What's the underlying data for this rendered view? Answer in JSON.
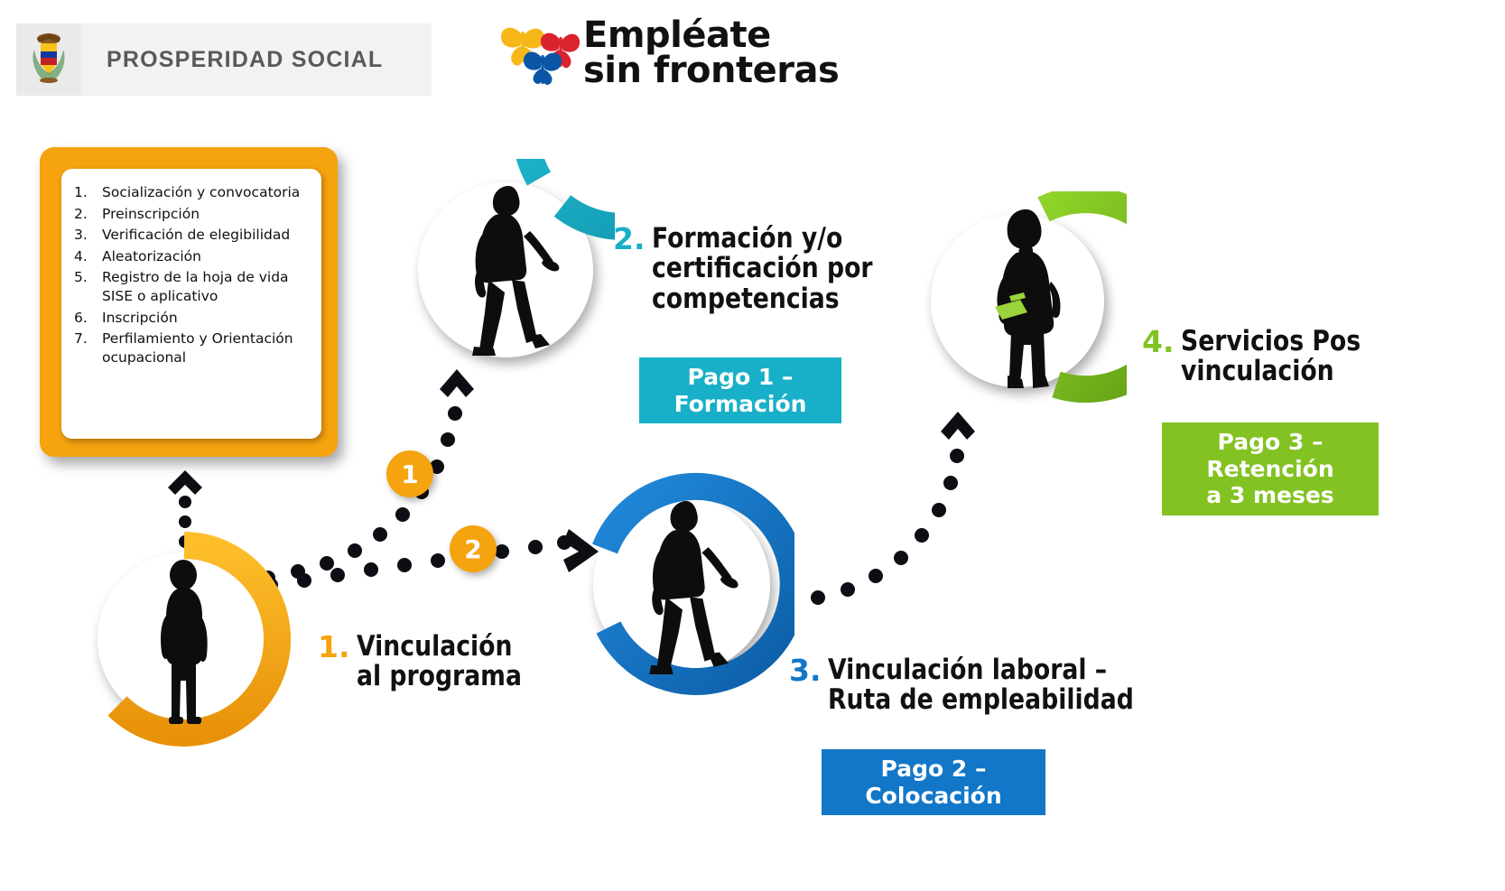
{
  "header": {
    "agency_label": "PROSPERIDAD SOCIAL",
    "crest_icon": "colombia-coat-of-arms-icon",
    "brand_line1": "Empléate",
    "brand_line2": "sin fronteras",
    "brand_icon": "three-butterflies-icon",
    "butterfly_colors": [
      "#f7b718",
      "#0b55a6",
      "#d9232e"
    ]
  },
  "process_list": {
    "items": [
      {
        "num": "1.",
        "text": "Socialización y convocatoria"
      },
      {
        "num": "2.",
        "text": "Preinscripción"
      },
      {
        "num": "3.",
        "text": "Verificación de elegibilidad"
      },
      {
        "num": "4.",
        "text": "Aleatorización"
      },
      {
        "num": "5.",
        "text": "Registro de la hoja de vida SISE o aplicativo"
      },
      {
        "num": "6.",
        "text": "Inscripción"
      },
      {
        "num": "7.",
        "text": "Perfilamiento y Orientación ocupacional"
      }
    ],
    "frame_color": "#f5a30e"
  },
  "steps": [
    {
      "num": "1.",
      "title": "Vinculación\nal programa",
      "color": "#f5a30e",
      "ring_icon": "standing-man-silhouette-icon",
      "badge": null
    },
    {
      "num": "2.",
      "title": "Formación y/o\ncertificación por\ncompetencias",
      "color": "#18b0c8",
      "ring_icon": "walking-man-silhouette-icon",
      "badge": {
        "label": "Pago 1 – Formación",
        "color": "#18b0c8"
      }
    },
    {
      "num": "3.",
      "title": "Vinculación laboral –\nRuta de empleabilidad",
      "color": "#1277c8",
      "ring_icon": "walking-man-silhouette-icon",
      "badge": {
        "label": "Pago 2 – Colocación",
        "color": "#1277c8"
      }
    },
    {
      "num": "4.",
      "title": "Servicios Pos\nvinculación",
      "color": "#82c222",
      "ring_icon": "businesswoman-with-clipboard-silhouette-icon",
      "badge": {
        "label": "Pago 3 – Retención\na 3 meses",
        "color": "#82c222"
      }
    }
  ],
  "path_markers": [
    {
      "label": "1",
      "color": "#f5a30e"
    },
    {
      "label": "2",
      "color": "#f5a30e"
    }
  ]
}
